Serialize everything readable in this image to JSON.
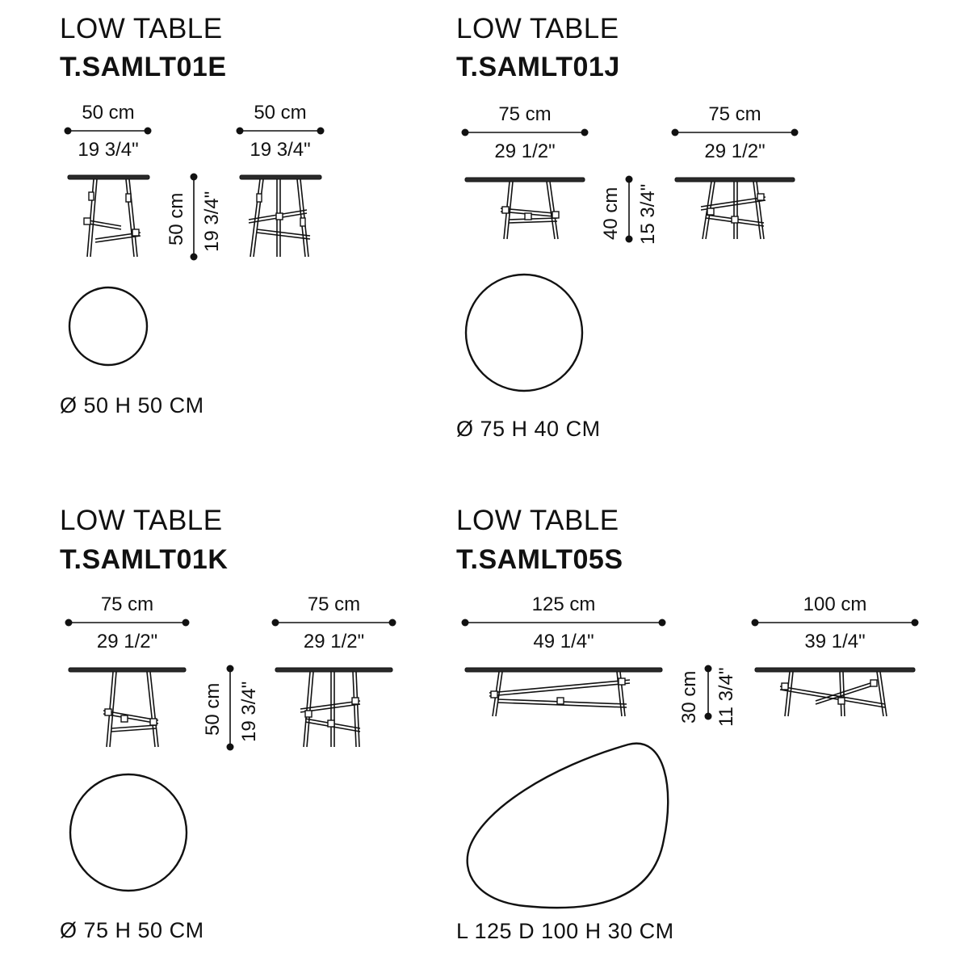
{
  "products": [
    {
      "category": "LOW TABLE",
      "code": "T.SAMLT01E",
      "front_width_cm": "50 cm",
      "front_width_in": "19 3/4\"",
      "side_width_cm": "50 cm",
      "side_width_in": "19 3/4\"",
      "height_cm": "50 cm",
      "height_in": "19 3/4\"",
      "plan_shape": "circle",
      "spec": "Ø 50 H 50 CM"
    },
    {
      "category": "LOW TABLE",
      "code": "T.SAMLT01J",
      "front_width_cm": "75 cm",
      "front_width_in": "29 1/2\"",
      "side_width_cm": "75 cm",
      "side_width_in": "29 1/2\"",
      "height_cm": "40 cm",
      "height_in": "15 3/4\"",
      "plan_shape": "circle",
      "spec": "Ø 75 H 40 CM"
    },
    {
      "category": "LOW TABLE",
      "code": "T.SAMLT01K",
      "front_width_cm": "75 cm",
      "front_width_in": "29 1/2\"",
      "side_width_cm": "75 cm",
      "side_width_in": "29 1/2\"",
      "height_cm": "50 cm",
      "height_in": "19 3/4\"",
      "plan_shape": "circle",
      "spec": "Ø 75 H 50 CM"
    },
    {
      "category": "LOW TABLE",
      "code": "T.SAMLT05S",
      "front_width_cm": "125 cm",
      "front_width_in": "49 1/4\"",
      "side_width_cm": "100 cm",
      "side_width_in": "39 1/4\"",
      "height_cm": "30 cm",
      "height_in": "11 3/4\"",
      "plan_shape": "pebble",
      "spec": "L 125 D 100 H 30 CM"
    }
  ],
  "colors": {
    "ink": "#111111",
    "background": "#ffffff",
    "tabletop": "#2a2a2a"
  }
}
